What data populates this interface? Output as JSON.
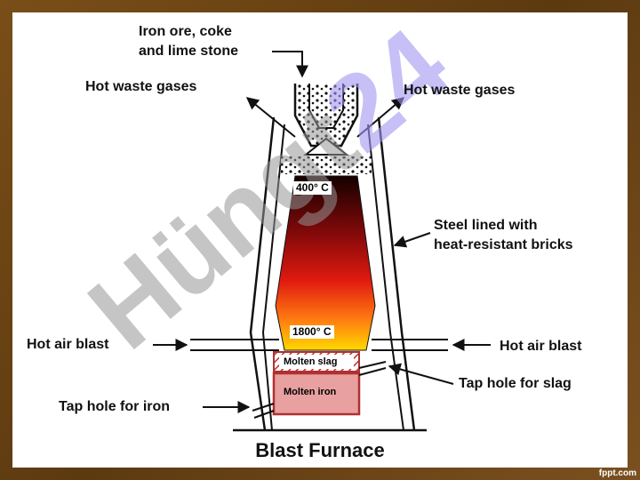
{
  "labels": {
    "charge": [
      "Iron ore, coke",
      "and lime stone"
    ],
    "waste_gas_left": "Hot waste gases",
    "waste_gas_right": "Hot waste gases",
    "lining": [
      "Steel lined with",
      "heat-resistant bricks"
    ],
    "air_blast_left": "Hot air blast",
    "air_blast_right": "Hot air blast",
    "tap_slag": "Tap hole for slag",
    "tap_iron": "Tap hole for iron"
  },
  "zones": {
    "top_temp": "400° C",
    "bottom_temp": "1800° C",
    "slag": "Molten slag",
    "iron": "Molten iron"
  },
  "title": "Blast Furnace",
  "watermark": {
    "text": "Hüngt",
    "number": "24"
  },
  "brand": "fppt.com",
  "colors": {
    "frame": "#6b4513",
    "hot_top": "#1a0000",
    "hot_mid": "#d01010",
    "hot_bottom": "#ffd400",
    "slag": "#e8a0a0",
    "iron": "#e8a0a0",
    "iron_border": "#b03030"
  }
}
